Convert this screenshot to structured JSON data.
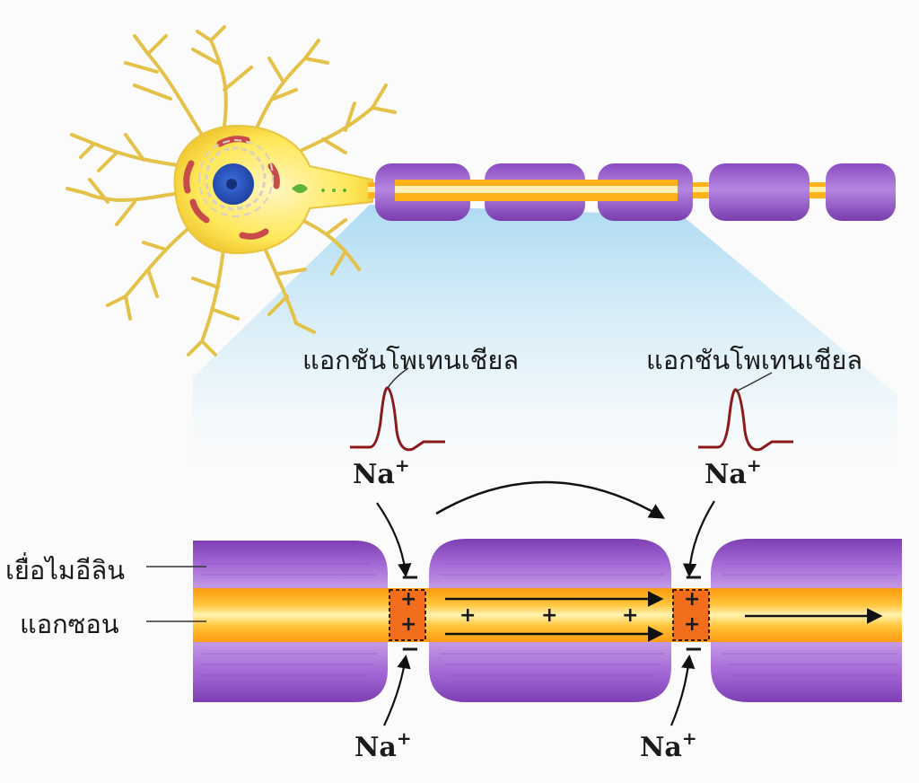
{
  "labels": {
    "action_potential_left": "แอกชันโพเทนเชียล",
    "action_potential_right": "แอกชันโพเทนเชียล",
    "myelin_sheath": "เยื่อไมอีลิน",
    "axon": "แอกซอน"
  },
  "ions": {
    "na_top_left": "Na",
    "na_top_right": "Na",
    "na_bottom_left": "Na",
    "na_bottom_right": "Na",
    "charge_plus": "+"
  },
  "charges": {
    "node_inside": "+",
    "node_outside": "−",
    "internodal": "+"
  },
  "colors": {
    "myelin": "#9b5cc9",
    "myelin_light": "#b98ae0",
    "axon_core": "#ffb219",
    "axon_glow": "#ffe79a",
    "node_depolarized": "#f26d1c",
    "action_potential_trace": "#8b1a1a",
    "neuron_body": "#ffe55c",
    "dendrite": "#e8c84d",
    "nucleus": "#2f55c8",
    "zoom_beam": "#bfe3f5"
  }
}
